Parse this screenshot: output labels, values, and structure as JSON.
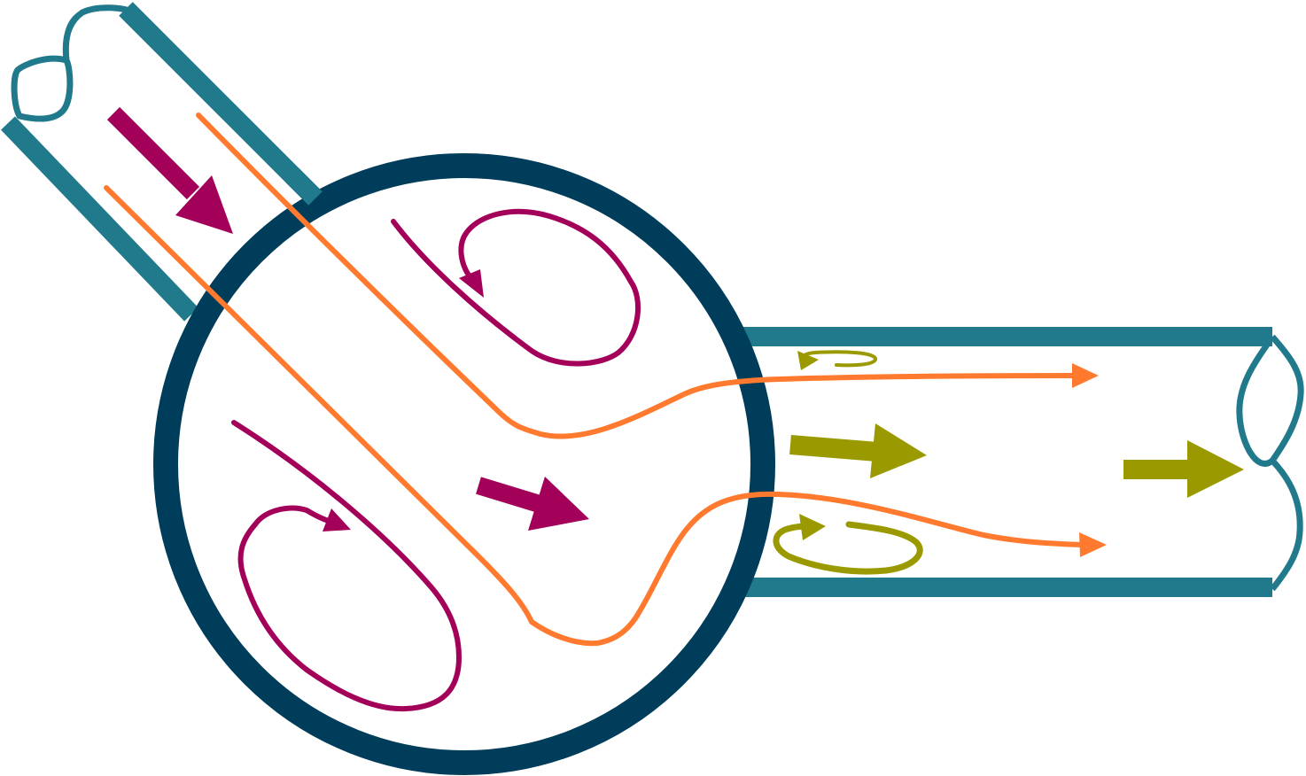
{
  "diagram": {
    "description_visible_text": "",
    "colors": {
      "vessel_wall": "#217a8c",
      "chamber_wall": "#003d5b",
      "vortex_flow": "#a3005a",
      "streamline": "#ff7a2e",
      "outlet_flow": "#9a9a00",
      "background": "#ffffff"
    },
    "components": [
      "inlet-pipe",
      "spherical-chamber",
      "outlet-pipe"
    ],
    "flow_features": {
      "inlet_direction_arrows": 1,
      "chamber_direction_arrows": 1,
      "recirculation_vortices_in_chamber": 2,
      "streamlines": 2,
      "outlet_vortices": 2,
      "outlet_direction_arrows": 2
    }
  }
}
